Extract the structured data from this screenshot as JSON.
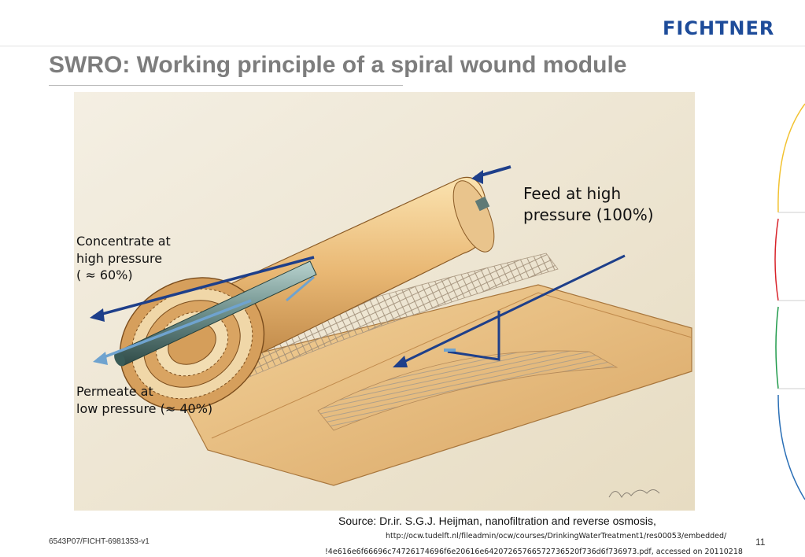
{
  "header": {
    "logo_text": "FICHTNER",
    "title": "SWRO: Working principle of a spiral wound module"
  },
  "figure": {
    "labels": {
      "feed_line1": "Feed at high",
      "feed_line2": "pressure (100%)",
      "concentrate_line1": "Concentrate at",
      "concentrate_line2": "high pressure",
      "concentrate_line3": "( ≈ 60%)",
      "permeate_line1": "Permeate at",
      "permeate_line2": "low pressure (≈ 40%)"
    }
  },
  "footer": {
    "source": "Source: Dr.ir. S.G.J. Heijman, nanofiltration and reverse osmosis,",
    "url_line1": "http://ocw.tudelft.nl/fileadmin/ocw/courses/DrinkingWaterTreatment1/res00053/embedded/",
    "url_line2": "!4e616e6f66696c74726174696f6e20616e64207265766572736520f736d6f736973.pdf, accessed on 20110218",
    "document_id": "6543P07/FICHT-6981353-v1",
    "page_number": "11"
  },
  "colors": {
    "logo": "#1e4c9a",
    "title": "#7d7d7d",
    "arc_yellow": "#f2c230",
    "arc_red": "#d8232a",
    "arc_green": "#1f9a4a",
    "arc_blue": "#2a6fb6",
    "arrow_blue": "#1e3f8a"
  }
}
